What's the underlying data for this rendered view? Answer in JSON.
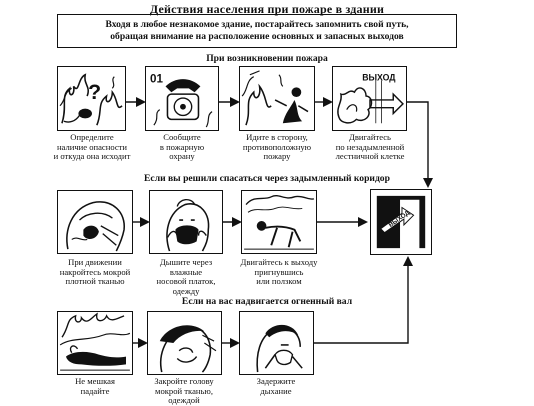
{
  "title": "Действия населения при пожаре в здании",
  "intro": {
    "line1": "Входя в любое незнакомое здание, постарайтесь запомнить свой путь,",
    "line2": "обращая внимание на расположение основных и запасных выходов"
  },
  "sections": [
    {
      "heading": "При возникновении пожара",
      "steps": [
        {
          "icon": "question-fire-icon",
          "lines": [
            "Определите",
            "наличие опасности",
            "и откуда она исходит"
          ]
        },
        {
          "icon": "telephone-icon",
          "number_label": "01",
          "lines": [
            "Сообщите",
            "в пожарную",
            "охрану"
          ]
        },
        {
          "icon": "fire-icon",
          "lines": [
            "Идите в сторону,",
            "противоположную",
            "пожару"
          ]
        },
        {
          "icon": "exit-sign-icon",
          "sign_label": "ВЫХОД",
          "lines": [
            "Двигайтесь",
            "по незадымленной",
            "лестничной клетке"
          ]
        }
      ]
    },
    {
      "heading": "Если вы решили спасаться через задымленный коридор",
      "steps": [
        {
          "icon": "person-covering-head-icon",
          "lines": [
            "При движении",
            "накройтесь мокрой",
            "плотной тканью"
          ]
        },
        {
          "icon": "person-breathing-cloth-icon",
          "lines": [
            "Дышите через",
            "влажные",
            "носовой платок,",
            "одежду"
          ]
        },
        {
          "icon": "person-crawling-icon",
          "lines": [
            "Двигайтесь к выходу",
            "пригнувшись",
            "или ползком"
          ]
        }
      ]
    },
    {
      "heading": "Если на вас надвигается огненный вал",
      "steps": [
        {
          "icon": "person-lying-down-icon",
          "lines": [
            "Не мешкая",
            "падайте"
          ]
        },
        {
          "icon": "person-wet-cloth-icon",
          "lines": [
            "Закройте голову",
            "мокрой тканью,",
            "одеждой"
          ]
        },
        {
          "icon": "person-holding-breath-icon",
          "lines": [
            "Задержите",
            "дыхание"
          ]
        }
      ]
    }
  ],
  "exit": {
    "icon": "exit-door-icon",
    "label": "ВЫХОД"
  }
}
